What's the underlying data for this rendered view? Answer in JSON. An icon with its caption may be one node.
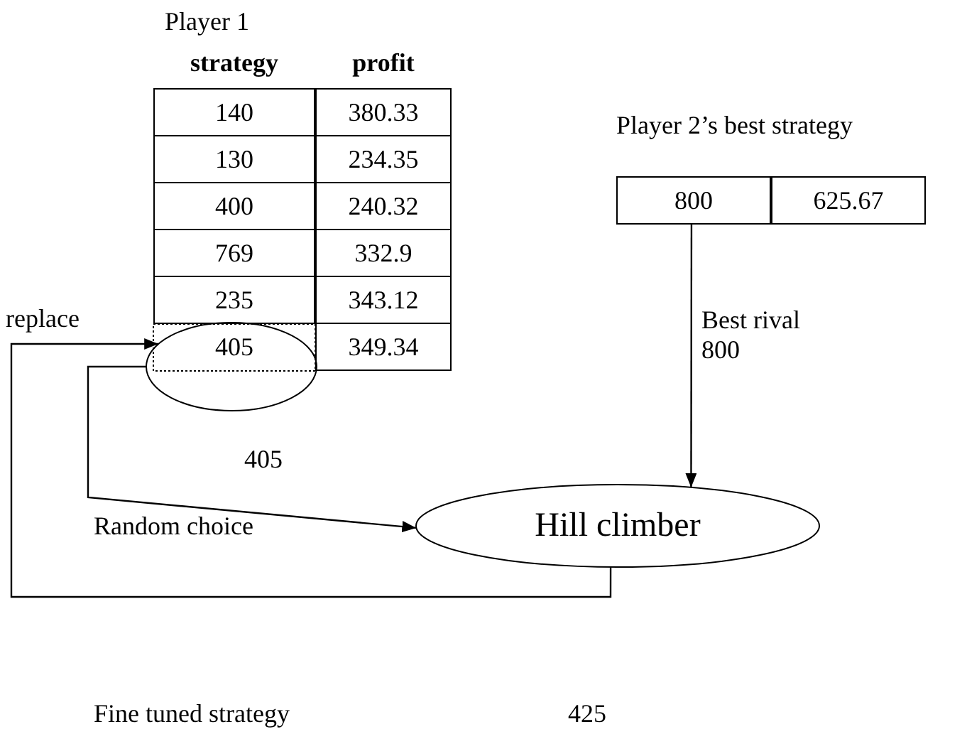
{
  "diagram": {
    "nodes": [
      {
        "text": [
          "405"
        ]
      },
      {
        "text": [
          "Player 2’s best strategy",
          "800",
          "625.67"
        ]
      },
      {
        "text": [
          "Hill climber"
        ]
      }
    ],
    "edges": [
      {
        "from": 1,
        "to": 2,
        "arrow": "to",
        "label": "Best rival 800"
      },
      {
        "from": 0,
        "to": 2,
        "arrow": "to",
        "label": "Random choice"
      },
      {
        "from": 2,
        "to": 0,
        "arrow": "to",
        "label": "Fine tuned strategy"
      }
    ],
    "labels": [
      "Player 1",
      "strategy",
      "profit",
      "140",
      "380.33",
      "130",
      "234.35",
      "400",
      "240.32",
      "769",
      "332.9",
      "235",
      "343.12",
      "replace",
      "349.34",
      "405",
      "425"
    ]
  }
}
